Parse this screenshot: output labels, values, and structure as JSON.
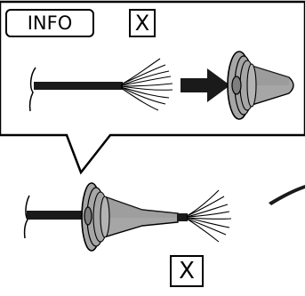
{
  "info_badge": {
    "label": "INFO"
  },
  "marks": {
    "top_x": "X",
    "bottom_x": "X"
  },
  "colors": {
    "line": "#000000",
    "cable": "#1a1a1a",
    "grommet_fill": "#a6a6a6",
    "grommet_shade": "#7f7f7f",
    "background": "#ffffff"
  },
  "icons": [
    "right-arrow-icon",
    "cable-icon",
    "grommet-icon",
    "wire-strands-icon"
  ]
}
